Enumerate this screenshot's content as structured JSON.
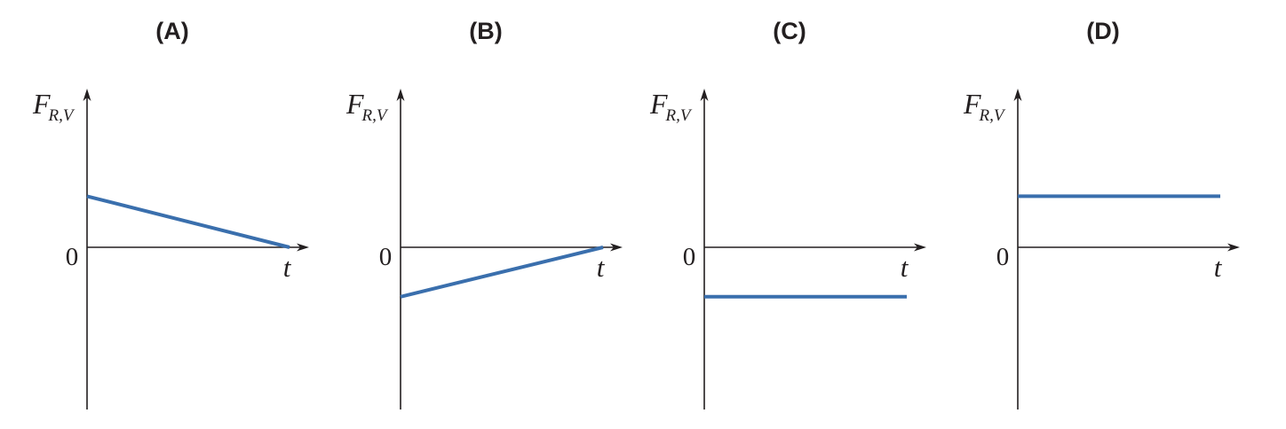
{
  "colors": {
    "axis": "#231f20",
    "series": "#3a6fad"
  },
  "chart_data": [
    {
      "type": "line",
      "title": "(A)",
      "ylabel_main": "F",
      "ylabel_sub": "R,V",
      "xlabel": "t",
      "origin_label": "0",
      "xlim": [
        0,
        1.1
      ],
      "ylim": [
        -1,
        1
      ],
      "series": [
        {
          "x": [
            0,
            1
          ],
          "values": [
            0.32,
            0
          ]
        }
      ]
    },
    {
      "type": "line",
      "title": "(B)",
      "ylabel_main": "F",
      "ylabel_sub": "R,V",
      "xlabel": "t",
      "origin_label": "0",
      "xlim": [
        0,
        1.1
      ],
      "ylim": [
        -1,
        1
      ],
      "series": [
        {
          "x": [
            0,
            1
          ],
          "values": [
            -0.31,
            0
          ]
        }
      ]
    },
    {
      "type": "line",
      "title": "(C)",
      "ylabel_main": "F",
      "ylabel_sub": "R,V",
      "xlabel": "t",
      "origin_label": "0",
      "xlim": [
        0,
        1.1
      ],
      "ylim": [
        -1,
        1
      ],
      "series": [
        {
          "x": [
            0,
            1
          ],
          "values": [
            -0.31,
            -0.31
          ]
        }
      ]
    },
    {
      "type": "line",
      "title": "(D)",
      "ylabel_main": "F",
      "ylabel_sub": "R,V",
      "xlabel": "t",
      "origin_label": "0",
      "xlim": [
        0,
        1.1
      ],
      "ylim": [
        -1,
        1
      ],
      "series": [
        {
          "x": [
            0,
            1
          ],
          "values": [
            0.32,
            0.32
          ]
        }
      ]
    }
  ]
}
